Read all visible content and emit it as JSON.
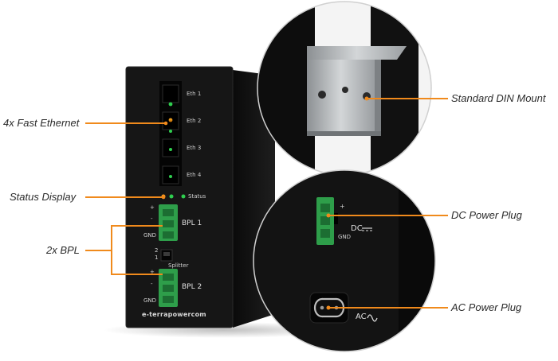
{
  "callouts": {
    "fast_ethernet": "4x Fast Ethernet",
    "status_display": "Status Display",
    "bpl": "2x BPL",
    "din_mount": "Standard DIN Mount",
    "dc_plug": "DC Power Plug",
    "ac_plug": "AC Power Plug"
  },
  "device": {
    "ports": [
      "Eth 1",
      "Eth 2",
      "Eth 3",
      "Eth 4"
    ],
    "status": "Status",
    "bpl1": "BPL 1",
    "bpl2": "BPL 2",
    "splitter": "Splitter",
    "splitter_2": "2",
    "splitter_1": "1",
    "plus": "+",
    "minus": "-",
    "gnd": "GND",
    "brand": "e-terrapowercom"
  },
  "zoom_dc": {
    "dc": "DC",
    "plus": "+",
    "gnd": "GND"
  },
  "zoom_ac": {
    "ac": "AC"
  },
  "colors": {
    "accent": "#F08A1C",
    "device_body": "#141414",
    "terminal_green": "#2E9E4A",
    "din_rail": "#B9BDBF"
  }
}
